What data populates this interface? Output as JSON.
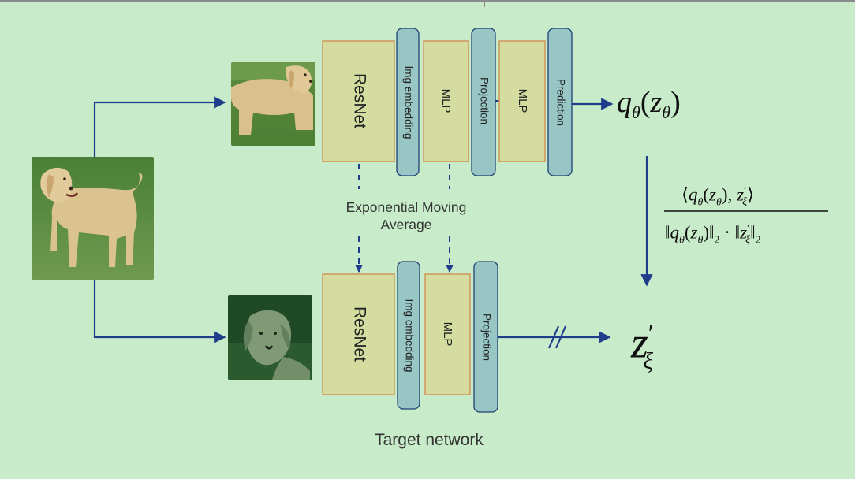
{
  "online": {
    "encoder": "ResNet",
    "embedding": "Img embedding",
    "mlp1": "MLP",
    "projection": "Projection",
    "mlp2": "MLP",
    "prediction": "Prediction"
  },
  "target": {
    "encoder": "ResNet",
    "embedding": "Img embedding",
    "mlp": "MLP",
    "projection": "Projection",
    "caption": "Target network"
  },
  "ema_label": "Exponential Moving Average",
  "colors": {
    "background": "#c8ecc9",
    "block_fill": "#d4dca0",
    "block_stroke": "#d08a4a",
    "thin_fill": "#97c6c4",
    "thin_stroke": "#1f3f73",
    "arrow": "#1e3d8a"
  },
  "images": [
    "dog-crop-online",
    "dog-original",
    "dog-crop-target"
  ]
}
